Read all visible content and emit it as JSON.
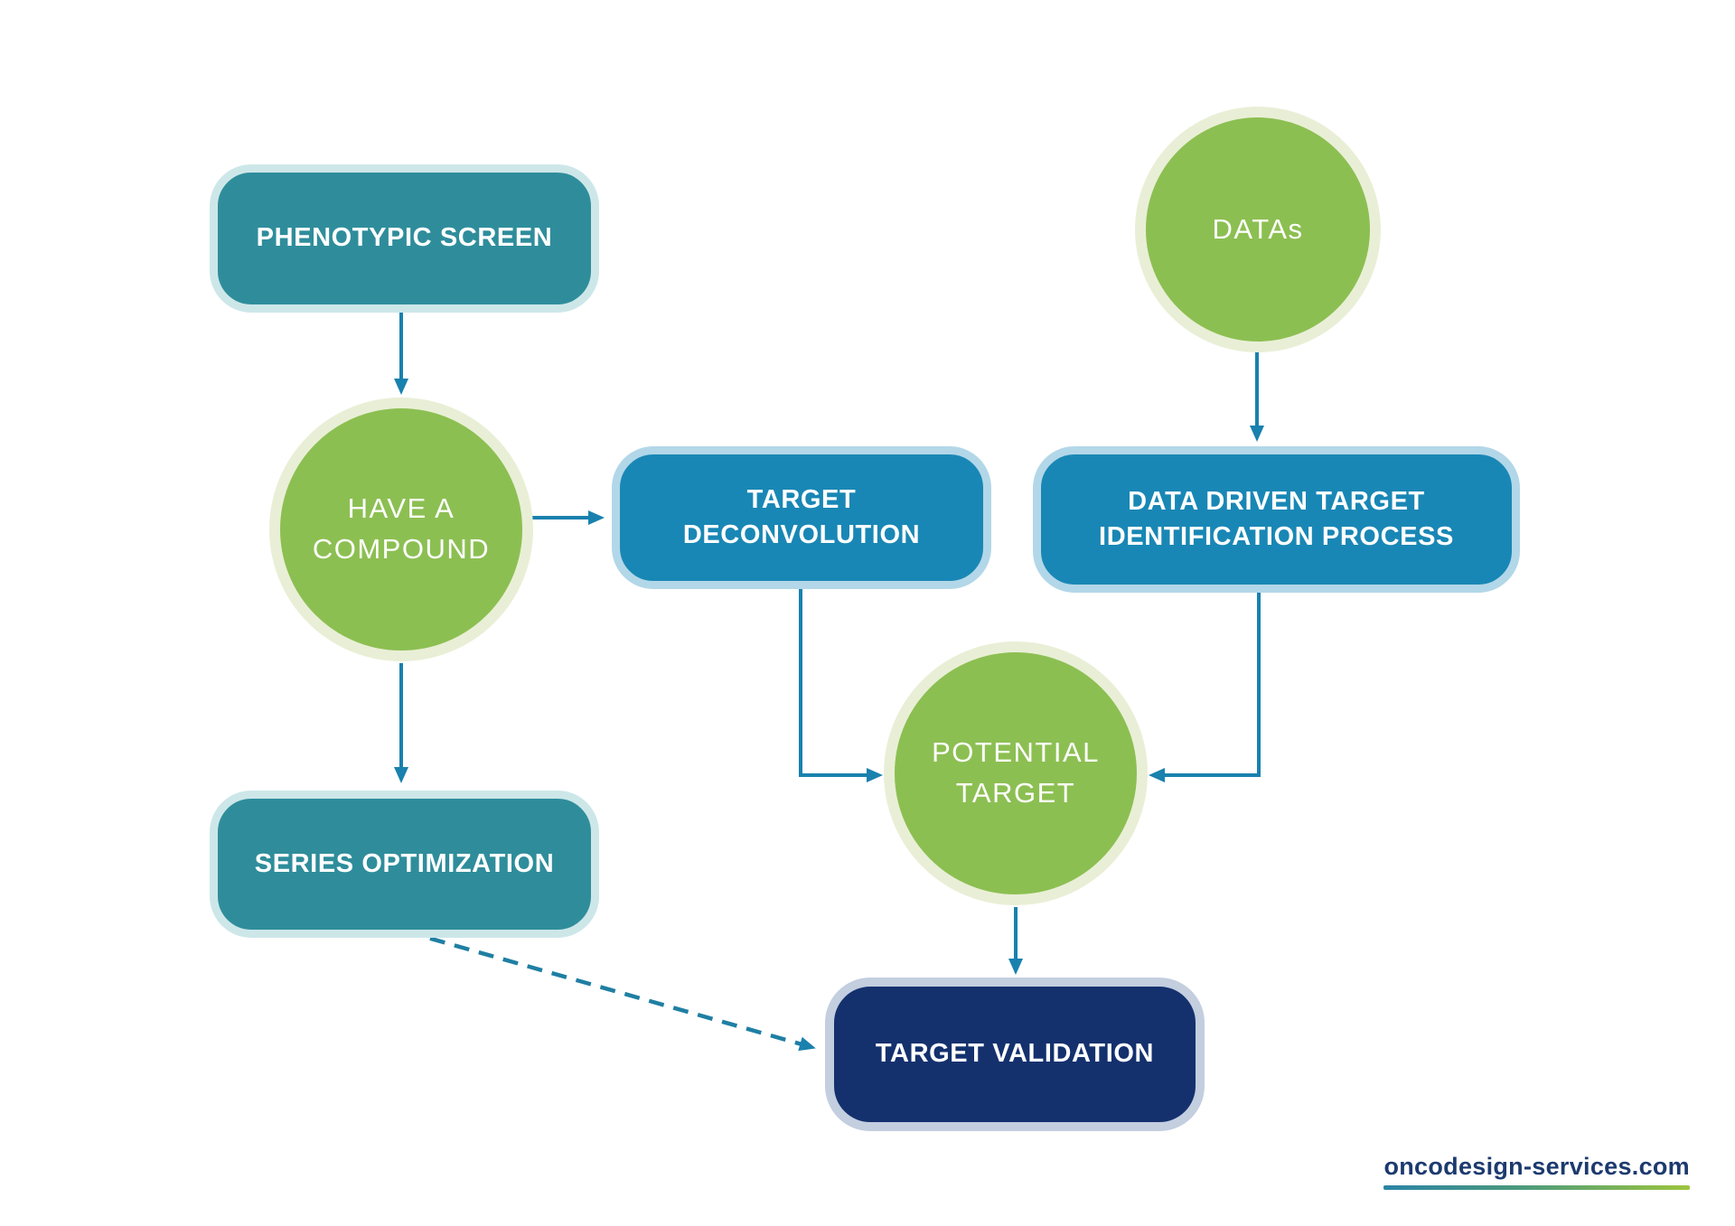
{
  "diagram": {
    "title": "target identification flowchart",
    "nodes": {
      "phenotypic_screen": {
        "label": "PHENOTYPIC SCREEN",
        "shape": "rounded-box",
        "fill": "#2F8D9B",
        "halo": "#CDE7E9"
      },
      "datas": {
        "label": "DATAs",
        "shape": "circle",
        "fill": "#8CBF52",
        "halo": "#E9EFD6"
      },
      "have_a_compound": {
        "label": "HAVE A COMPOUND",
        "shape": "circle",
        "fill": "#8CBF52",
        "halo": "#E9EFD6"
      },
      "target_deconvolution": {
        "label": "TARGET DECONVOLUTION",
        "shape": "rounded-box",
        "fill": "#1987B5",
        "halo": "#B2D7E8"
      },
      "data_driven_process": {
        "label": "DATA DRIVEN TARGET IDENTIFICATION PROCESS",
        "shape": "rounded-box",
        "fill": "#1987B5",
        "halo": "#B2D7E8"
      },
      "potential_target": {
        "label": "POTENTIAL TARGET",
        "shape": "circle",
        "fill": "#8CBF52",
        "halo": "#E9EFD6"
      },
      "series_optimization": {
        "label": "SERIES OPTIMIZATION",
        "shape": "rounded-box",
        "fill": "#2F8D9B",
        "halo": "#CDE7E9"
      },
      "target_validation": {
        "label": "TARGET VALIDATION",
        "shape": "rounded-box",
        "fill": "#14316E",
        "halo": "#C3CEDF"
      }
    },
    "edges": [
      {
        "from": "phenotypic_screen",
        "to": "have_a_compound",
        "style": "solid"
      },
      {
        "from": "have_a_compound",
        "to": "target_deconvolution",
        "style": "solid"
      },
      {
        "from": "have_a_compound",
        "to": "series_optimization",
        "style": "solid"
      },
      {
        "from": "datas",
        "to": "data_driven_process",
        "style": "solid"
      },
      {
        "from": "target_deconvolution",
        "to": "potential_target",
        "style": "solid-elbow"
      },
      {
        "from": "data_driven_process",
        "to": "potential_target",
        "style": "solid-elbow"
      },
      {
        "from": "potential_target",
        "to": "target_validation",
        "style": "solid"
      },
      {
        "from": "series_optimization",
        "to": "target_validation",
        "style": "dashed"
      }
    ],
    "arrow_color": "#1981AE",
    "text_color": "#FFFFFF"
  },
  "footer": {
    "link_label": "oncodesign-services.com",
    "link_color": "#1C3A6F"
  }
}
